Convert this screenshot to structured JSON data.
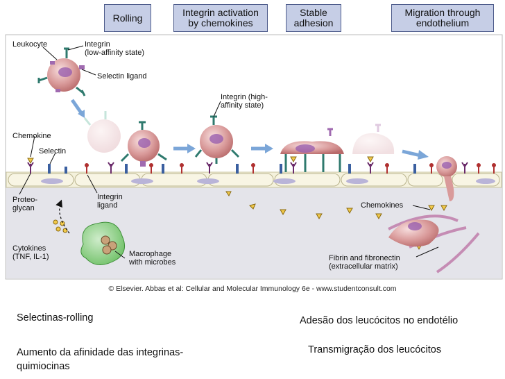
{
  "stages": [
    "Rolling",
    "Integrin activation\nby chemokines",
    "Stable\nadhesion",
    "Migration through\nendothelium"
  ],
  "labels": {
    "leukocyte": "Leukocyte",
    "integrin_low": "Integrin\n(low-affinity state)",
    "selectin_ligand": "Selectin ligand",
    "integrin_high": "Integrin (high-\naffinity state)",
    "chemokine": "Chemokine",
    "selectin": "Selectin",
    "proteoglycan": "Proteo-\nglycan",
    "integrin_ligand": "Integrin\nligand",
    "cytokines": "Cytokines\n(TNF, IL-1)",
    "macrophage": "Macrophage\nwith microbes",
    "chemokines": "Chemokines",
    "fibrin": "Fibrin and fibronectin\n(extracellular matrix)"
  },
  "credit": "© Elsevier. Abbas et al: Cellular and Molecular Immunology 6e - www.studentconsult.com",
  "captions": {
    "rolling": "Selectinas-rolling",
    "adhesion": "Adesão dos leucócitos no endotélio",
    "integrin": "Aumento da afinidade das integrinas-\nquimiocinas",
    "transmigration": "Transmigração dos leucócitos"
  }
}
